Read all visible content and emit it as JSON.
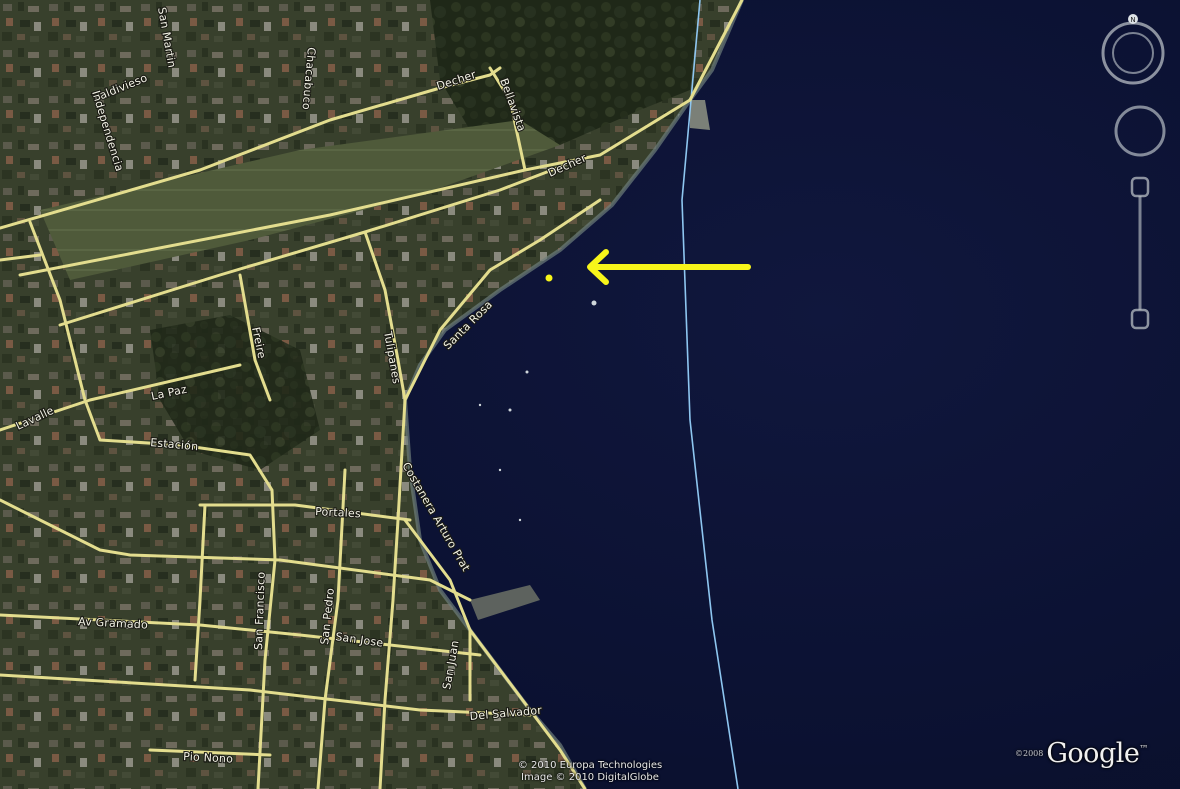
{
  "map": {
    "streets": [
      {
        "id": "valdivieso",
        "label": "Valdivieso"
      },
      {
        "id": "independencia",
        "label": "Independencia"
      },
      {
        "id": "san-martin",
        "label": "San Martin"
      },
      {
        "id": "chacabuco",
        "label": "Chacabuco"
      },
      {
        "id": "decher",
        "label": "Decher"
      },
      {
        "id": "bellavista",
        "label": "Bellavista"
      },
      {
        "id": "decher-2",
        "label": "Decher"
      },
      {
        "id": "santa-rosa",
        "label": "Santa Rosa"
      },
      {
        "id": "freire",
        "label": "Freire"
      },
      {
        "id": "la-paz",
        "label": "La Paz"
      },
      {
        "id": "lavalle",
        "label": "Lavalle"
      },
      {
        "id": "tulipanes",
        "label": "Tulipanes"
      },
      {
        "id": "estacion",
        "label": "Estación"
      },
      {
        "id": "portales",
        "label": "Portales"
      },
      {
        "id": "costanera",
        "label": "Costanera Arturo Prat"
      },
      {
        "id": "av-gramado",
        "label": "Av Gramado"
      },
      {
        "id": "san-francisco",
        "label": "San Francisco"
      },
      {
        "id": "san-pedro",
        "label": "San Pedro"
      },
      {
        "id": "san-jose",
        "label": "San Jose"
      },
      {
        "id": "san-juan",
        "label": "San Juan"
      },
      {
        "id": "del-salvador",
        "label": "Del Salvador"
      },
      {
        "id": "pio-nono",
        "label": "Pio Nono"
      }
    ],
    "marker": {
      "name": "yellow-arrow",
      "color": "#f7f51a"
    },
    "colors": {
      "water": "#0c1232",
      "road": "#e3dd8e",
      "boundary": "#8ec6f0",
      "land": "#3b4230"
    }
  },
  "controls": {
    "look_label": "N",
    "icons": [
      "look-ring-icon",
      "move-ring-icon",
      "zoom-slider-icon"
    ]
  },
  "branding": {
    "logo_prefix": "©2008",
    "logo_word": "Google",
    "logo_tm": "™",
    "attribution_line1": "© 2010 Europa Technologies",
    "attribution_line2": "Image © 2010 DigitalGlobe"
  }
}
